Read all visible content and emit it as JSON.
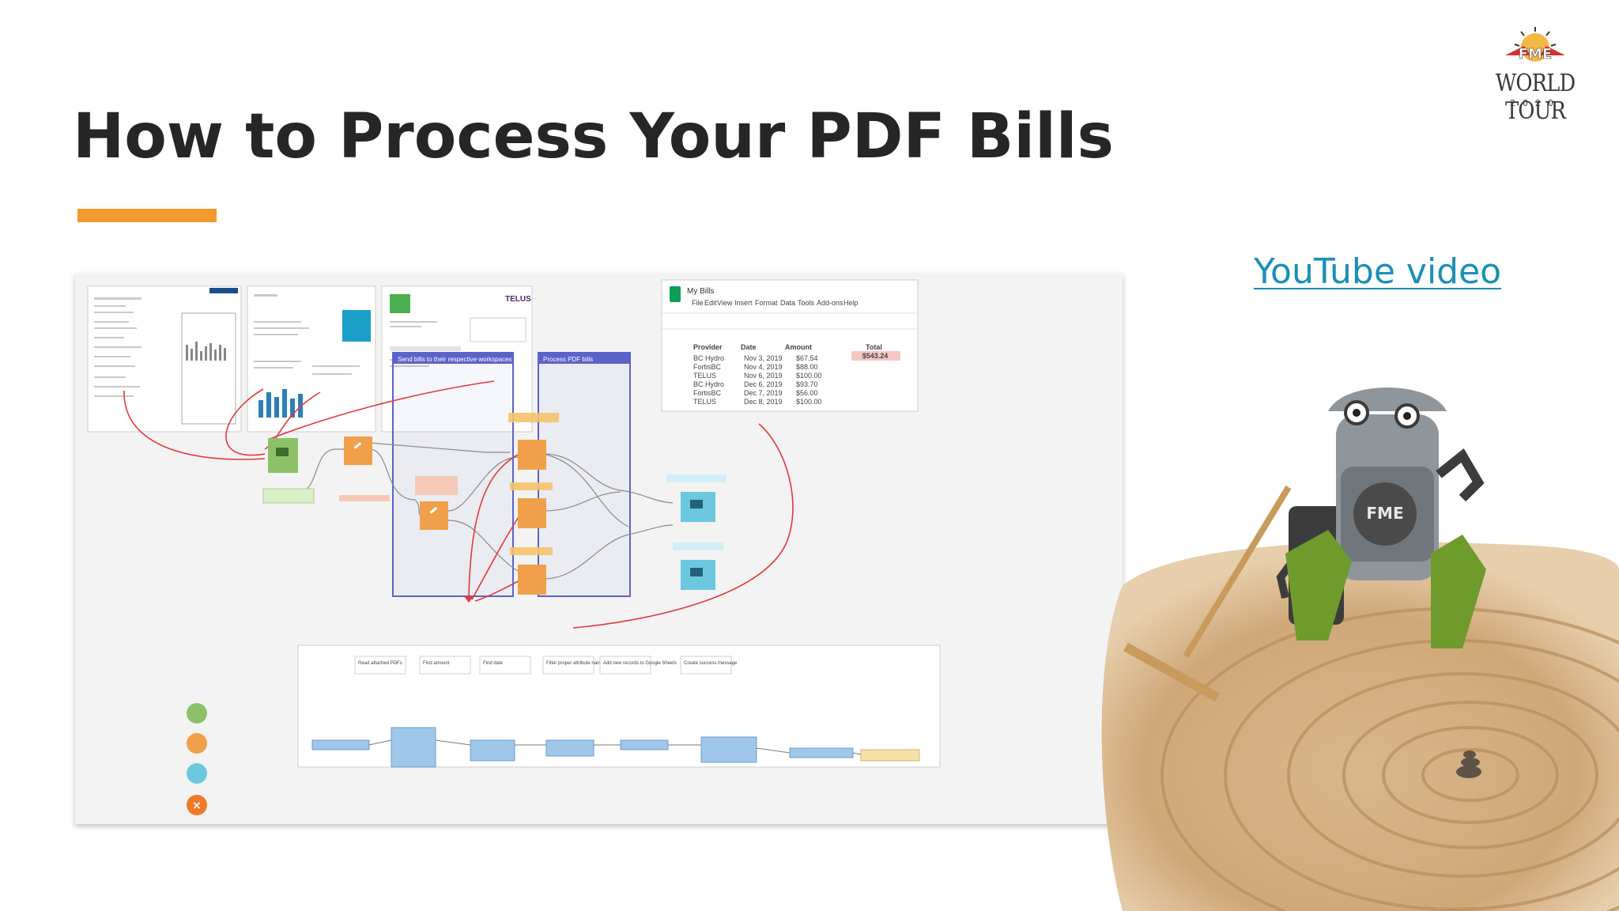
{
  "slide": {
    "title": "How to Process Your PDF Bills",
    "link_text": "YouTube video",
    "colors": {
      "title": "#262626",
      "accent_bar": "#f39a2d",
      "link": "#1a8fb8",
      "transformer_orange": "#f0a04a",
      "email_green": "#8cc16a",
      "email_blue": "#6cc8de",
      "bookmark_purple": "#5b63c9",
      "connection_red": "#e23a3a",
      "sand": "#d6b48a"
    }
  },
  "logo": {
    "text": "WORLD TOUR",
    "year": "2020"
  },
  "screenshot": {
    "bill_logo": "TELUS",
    "bookmarks": [
      {
        "label": "Send bills to their respective workspaces"
      },
      {
        "label": "Process PDF bills"
      }
    ],
    "annotations": [
      "Read attached PDFs",
      "Find amount",
      "Find date",
      "Filter proper attribute names",
      "Add new records to Google Sheets",
      "Create success message"
    ],
    "sheet": {
      "title": "My Bills",
      "menu": [
        "File",
        "Edit",
        "View",
        "Insert",
        "Format",
        "Data",
        "Tools",
        "Add-ons",
        "Help"
      ],
      "headers": [
        "Provider",
        "Date",
        "Amount",
        "",
        "Total"
      ],
      "total": "$543.24",
      "rows": [
        [
          "BC Hydro",
          "Nov 3, 2019",
          "$67.54"
        ],
        [
          "FortisBC",
          "Nov 4, 2019",
          "$88.00"
        ],
        [
          "TELUS",
          "Nov 6, 2019",
          "$100.00"
        ],
        [
          "BC Hydro",
          "Dec 6, 2019",
          "$93.70"
        ],
        [
          "FortisBC",
          "Dec 7, 2019",
          "$56.00"
        ],
        [
          "TELUS",
          "Dec 8, 2019",
          "$100.00"
        ]
      ]
    }
  }
}
